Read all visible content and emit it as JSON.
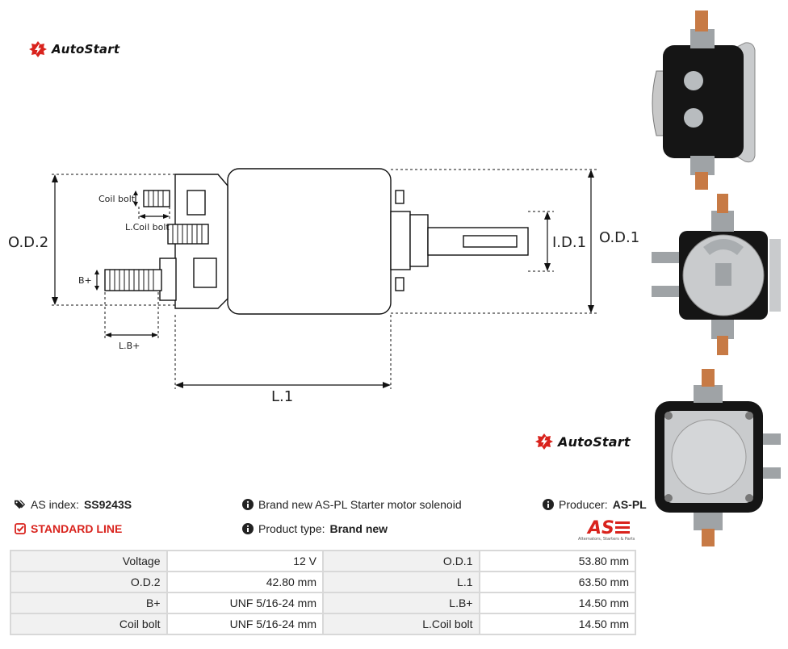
{
  "brand": {
    "name": "AutoStart",
    "red": "#d9231d"
  },
  "drawing_labels": {
    "coil_bolt": "Coil bolt",
    "l_coil_bolt": "L.Coil bolt",
    "od2": "O.D.2",
    "b_plus": "B+",
    "lb_plus": "L.B+",
    "l1": "L.1",
    "id1": "I.D.1",
    "od1": "O.D.1"
  },
  "info": {
    "as_index_label": "AS index:",
    "as_index_value": "SS9243S",
    "standard_line": "STANDARD LINE",
    "description": "Brand new AS-PL Starter motor solenoid",
    "product_type_label": "Product type:",
    "product_type_value": "Brand new",
    "producer_label": "Producer:",
    "producer_value": "AS-PL",
    "as_logo_text": "AS",
    "as_logo_sub": "Alternators, Starters & Parts"
  },
  "specs": [
    {
      "k1": "Voltage",
      "v1": "12 V",
      "k2": "O.D.1",
      "v2": "53.80 mm"
    },
    {
      "k1": "O.D.2",
      "v1": "42.80 mm",
      "k2": "L.1",
      "v2": "63.50 mm"
    },
    {
      "k1": "B+",
      "v1": "UNF 5/16-24 mm",
      "k2": "L.B+",
      "v2": "14.50 mm"
    },
    {
      "k1": "Coil bolt",
      "v1": "UNF 5/16-24 mm",
      "k2": "L.Coil bolt",
      "v2": "14.50 mm"
    }
  ]
}
